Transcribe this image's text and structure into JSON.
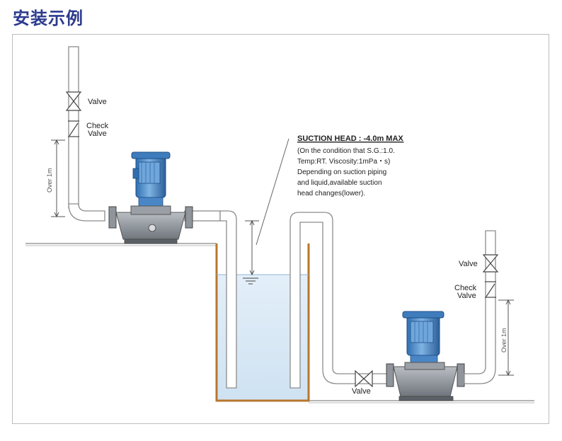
{
  "page_title": "安装示例",
  "labels": {
    "valve_top": "Valve",
    "check_valve_top_line1": "Check",
    "check_valve_top_line2": "Valve",
    "over_1m_left": "Over 1m",
    "valve_right": "Valve",
    "check_valve_right_line1": "Check",
    "check_valve_right_line2": "Valve",
    "over_1m_right": "Over 1m",
    "valve_bottom": "Valve"
  },
  "suction_note": {
    "heading": "SUCTION HEAD : -4.0m MAX",
    "line1": "(On the condition that S.G.:1.0.",
    "line2": " Temp:RT. Viscosity:1mPa・s)",
    "line3": "Depending on suction piping",
    "line4": "and liquid,available suction",
    "line5": "head changes(lower)."
  },
  "colors": {
    "title": "#2c3b8f",
    "motor": "#4a86c6",
    "pump_body": "#8a8f96",
    "water": "#dbeaf6",
    "tank_wall": "#b7772d",
    "pipe_stroke": "#8c8c8c"
  }
}
